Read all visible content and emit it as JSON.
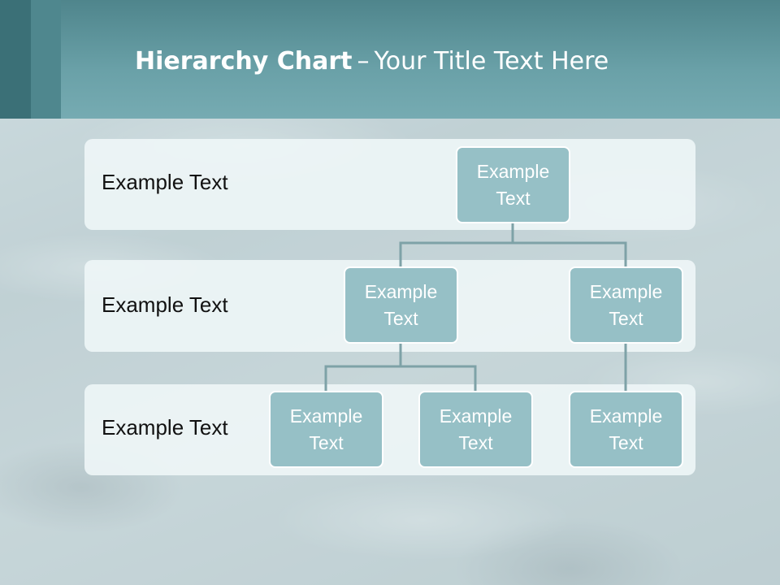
{
  "title": {
    "bold": "Hierarchy Chart",
    "separator": "–",
    "rest": "Your Title Text Here"
  },
  "levels": [
    {
      "label": "Example Text"
    },
    {
      "label": "Example Text"
    },
    {
      "label": "Example Text"
    }
  ],
  "nodes": {
    "root": "Example Text",
    "mid_left": "Example Text",
    "mid_right": "Example Text",
    "leaf_1": "Example Text",
    "leaf_2": "Example Text",
    "leaf_3": "Example Text"
  },
  "colors": {
    "title_bar": "#6aa1a8",
    "node_fill": "#96c0c6",
    "connector": "#7ea2a7"
  }
}
